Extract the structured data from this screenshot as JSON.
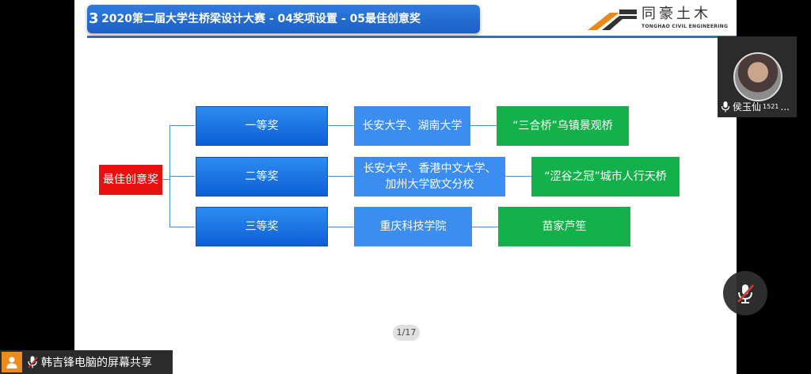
{
  "slide": {
    "title_badge": "3",
    "title": "2020第二届大学生桥梁设计大赛  -  04奖项设置 - 05最佳创意奖",
    "logo": {
      "cn": "同豪土木",
      "en": "TONGHAO CIVIL ENGINEERING"
    },
    "page_indicator": "1/17"
  },
  "diagram": {
    "root": "最佳创意奖",
    "tiers": [
      {
        "award": "一等奖",
        "schools": "长安大学、湖南大学",
        "work": "“三合桥”乌镇景观桥"
      },
      {
        "award": "二等奖",
        "schools": "长安大学、香港中文大学、加州大学欧文分校",
        "work": "“涩谷之冠”城市人行天桥"
      },
      {
        "award": "三等奖",
        "schools": "重庆科技学院",
        "work": "苗家芦笙"
      }
    ]
  },
  "participant": {
    "name": "侯玉仙",
    "number": "1521",
    "suffix": "..."
  },
  "share": {
    "text": "韩吉锋电脑的屏幕共享"
  },
  "colors": {
    "root": "#ea1010",
    "award": "#1f74e0",
    "school": "#3b8df0",
    "work": "#14b14a",
    "title_bar": "#2a6fd1"
  }
}
